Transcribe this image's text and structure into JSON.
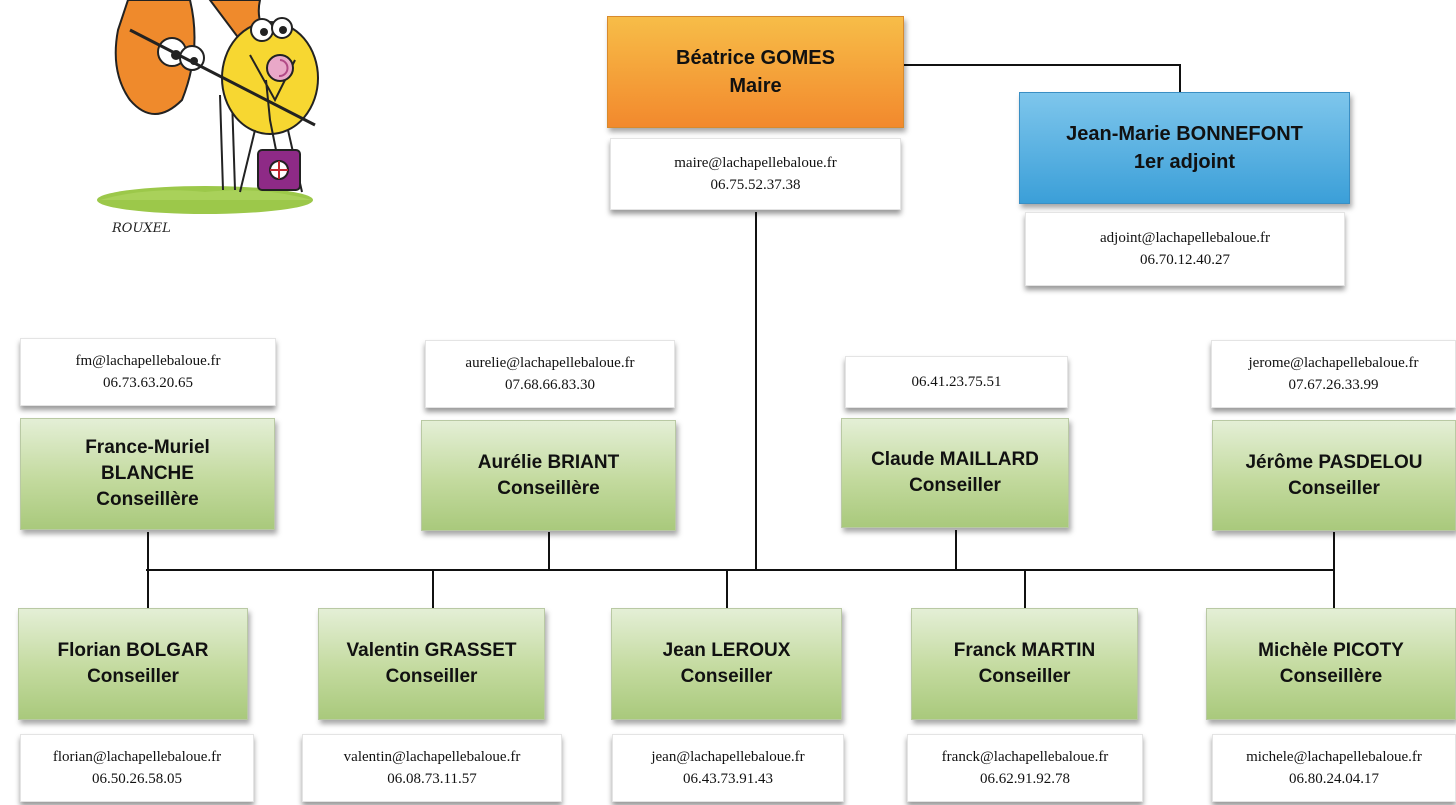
{
  "mayor": {
    "name": "Béatrice GOMES",
    "role": "Maire",
    "email": "maire@lachapellebaloue.fr",
    "phone": "06.75.52.37.38",
    "color": "#f2892d"
  },
  "deputy": {
    "name": "Jean-Marie BONNEFONT",
    "role": "1er adjoint",
    "email": "adjoint@lachapellebaloue.fr",
    "phone": "06.70.12.40.27",
    "color": "#3b9fd8"
  },
  "top_councillors": [
    {
      "name_line1": "France-Muriel",
      "name_line2": "BLANCHE",
      "role": "Conseillère",
      "email": "fm@lachapellebaloue.fr",
      "phone": "06.73.63.20.65"
    },
    {
      "name_line1": "Aurélie BRIANT",
      "role": "Conseillère",
      "email": "aurelie@lachapellebaloue.fr",
      "phone": "07.68.66.83.30"
    },
    {
      "name_line1": "Claude MAILLARD",
      "role": "Conseiller",
      "phone": "06.41.23.75.51"
    },
    {
      "name_line1": "Jérôme PASDELOU",
      "role": "Conseiller",
      "email": "jerome@lachapellebaloue.fr",
      "phone": "07.67.26.33.99"
    }
  ],
  "bottom_councillors": [
    {
      "name": "Florian BOLGAR",
      "role": "Conseiller",
      "email": "florian@lachapellebaloue.fr",
      "phone": "06.50.26.58.05"
    },
    {
      "name": "Valentin GRASSET",
      "role": "Conseiller",
      "email": "valentin@lachapellebaloue.fr",
      "phone": "06.08.73.11.57"
    },
    {
      "name": "Jean LEROUX",
      "role": "Conseiller",
      "email": "jean@lachapellebaloue.fr",
      "phone": "06.43.73.91.43"
    },
    {
      "name": "Franck MARTIN",
      "role": "Conseiller",
      "email": "franck@lachapellebaloue.fr",
      "phone": "06.62.91.92.78"
    },
    {
      "name": "Michèle PICOTY",
      "role": "Conseillère",
      "email": "michele@lachapellebaloue.fr",
      "phone": "06.80.24.04.17"
    }
  ],
  "illustration": {
    "signature": "ROUXEL",
    "icon": "cartoon-birds-illustration"
  },
  "colors": {
    "councillor_box": "#c3da9e",
    "connector": "#111111"
  }
}
